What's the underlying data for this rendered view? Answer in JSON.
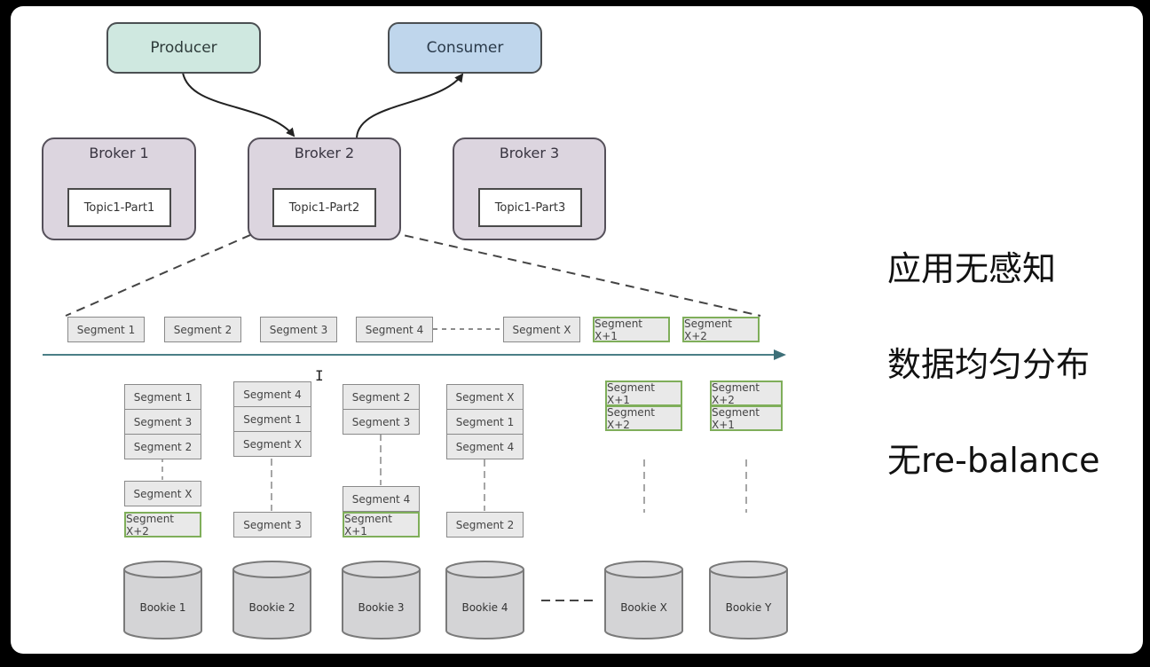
{
  "clients": {
    "producer": "Producer",
    "consumer": "Consumer"
  },
  "brokers": [
    {
      "label": "Broker 1",
      "topic": "Topic1-Part1"
    },
    {
      "label": "Broker 2",
      "topic": "Topic1-Part2"
    },
    {
      "label": "Broker 3",
      "topic": "Topic1-Part3"
    }
  ],
  "segment_row": [
    {
      "label": "Segment 1",
      "new": false
    },
    {
      "label": "Segment 2",
      "new": false
    },
    {
      "label": "Segment 3",
      "new": false
    },
    {
      "label": "Segment 4",
      "new": false
    },
    {
      "label": "Segment X",
      "new": false
    },
    {
      "label": "Segment X+1",
      "new": true
    },
    {
      "label": "Segment X+2",
      "new": true
    }
  ],
  "bookie_stacks": [
    {
      "top": [
        {
          "label": "Segment 1",
          "new": false
        },
        {
          "label": "Segment 3",
          "new": false
        },
        {
          "label": "Segment 2",
          "new": false
        }
      ],
      "bottom": [
        {
          "label": "Segment X",
          "new": false
        },
        {
          "label": "Segment X+2",
          "new": true
        }
      ]
    },
    {
      "top": [
        {
          "label": "Segment 4",
          "new": false
        },
        {
          "label": "Segment 1",
          "new": false
        },
        {
          "label": "Segment X",
          "new": false
        }
      ],
      "bottom": [
        {
          "label": "Segment 3",
          "new": false
        }
      ]
    },
    {
      "top": [
        {
          "label": "Segment 2",
          "new": false
        },
        {
          "label": "Segment 3",
          "new": false
        }
      ],
      "bottom": [
        {
          "label": "Segment 4",
          "new": false
        },
        {
          "label": "Segment X+1",
          "new": true
        }
      ]
    },
    {
      "top": [
        {
          "label": "Segment X",
          "new": false
        },
        {
          "label": "Segment 1",
          "new": false
        },
        {
          "label": "Segment 4",
          "new": false
        }
      ],
      "bottom": [
        {
          "label": "Segment 2",
          "new": false
        }
      ]
    },
    {
      "top": [
        {
          "label": "Segment X+1",
          "new": true
        },
        {
          "label": "Segment X+2",
          "new": true
        }
      ],
      "bottom": []
    },
    {
      "top": [
        {
          "label": "Segment X+2",
          "new": true
        },
        {
          "label": "Segment X+1",
          "new": true
        }
      ],
      "bottom": []
    }
  ],
  "bookies": [
    "Bookie 1",
    "Bookie 2",
    "Bookie 3",
    "Bookie 4",
    "Bookie X",
    "Bookie Y"
  ],
  "side_points": [
    "应用无感知",
    "数据均匀分布",
    "无re-balance"
  ],
  "colors": {
    "producer": "#cfe8e0",
    "consumer": "#bfd6ec",
    "broker": "#dcd5df",
    "segment": "#e9e9e9",
    "new_segment_border": "#7fae5a",
    "timeline": "#4a7f86",
    "bookie": "#d4d4d6"
  }
}
